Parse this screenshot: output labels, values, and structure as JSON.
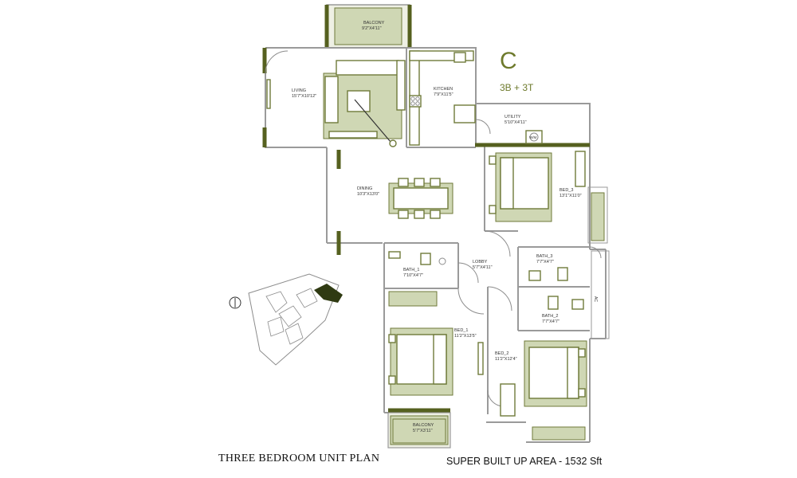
{
  "plan": {
    "code": "C",
    "unit_type": "3B + 3T",
    "title": "THREE BEDROOM UNIT PLAN",
    "area": "SUPER BUILT UP AREA -  1532 Sft"
  },
  "rooms": {
    "balcony_top": {
      "name": "BALCONY",
      "dim": "9'2\"X4'11\""
    },
    "living": {
      "name": "LIVING",
      "dim": "15'7\"X10'12\""
    },
    "kitchen": {
      "name": "KITCHEN",
      "dim": "7'9\"X11'5\""
    },
    "utility": {
      "name": "UTILITY",
      "dim": "5'10\"X4'11\""
    },
    "dining": {
      "name": "DINING",
      "dim": "10'3\"X13'0\""
    },
    "bed_3": {
      "name": "BED_3",
      "dim": "13'1\"X11'0\""
    },
    "lobby": {
      "name": "LOBBY",
      "dim": "5'7\"X4'11\""
    },
    "bath_1": {
      "name": "BATH_1",
      "dim": "7'10\"X4'7\""
    },
    "bath_3": {
      "name": "BATH_3",
      "dim": "7'7\"X4'7\""
    },
    "bath_2": {
      "name": "BATH_2",
      "dim": "7'7\"X4'7\""
    },
    "bed_1": {
      "name": "BED_1",
      "dim": "11'2\"X13'5\""
    },
    "bed_2": {
      "name": "BED_2",
      "dim": "11'2\"X12'4\""
    },
    "balcony_bottom": {
      "name": "BALCONY",
      "dim": "5'7\"X3'11\""
    }
  },
  "fixtures": {
    "washing_machine": "W/M",
    "ac": "AC"
  },
  "colors": {
    "accent": "#6e7a2c",
    "wall": "#55601f",
    "rug": "#cfd7b4"
  },
  "icons": {
    "compass": "north-arrow-icon",
    "key_plan": "site-key-plan-icon"
  }
}
